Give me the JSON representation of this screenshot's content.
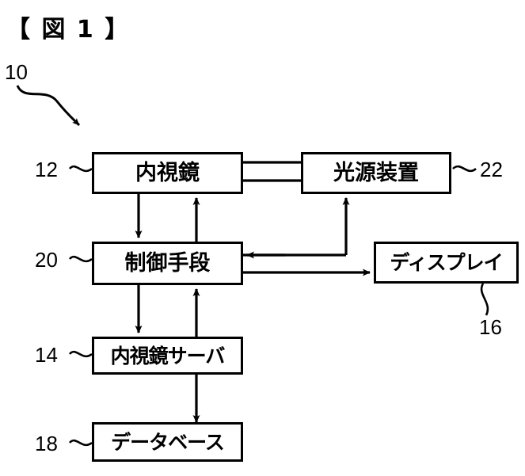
{
  "figure": {
    "title": "【 図 1 】",
    "system_ref": "10",
    "nodes": [
      {
        "id": "endoscope",
        "label": "内視鏡",
        "ref": "12",
        "ref_side": "left"
      },
      {
        "id": "light-source",
        "label": "光源装置",
        "ref": "22",
        "ref_side": "right"
      },
      {
        "id": "control-means",
        "label": "制御手段",
        "ref": "20",
        "ref_side": "left"
      },
      {
        "id": "display",
        "label": "ディスプレイ",
        "ref": "16",
        "ref_side": "bottom"
      },
      {
        "id": "endoscope-server",
        "label": "内視鏡サーバ",
        "ref": "14",
        "ref_side": "left"
      },
      {
        "id": "database",
        "label": "データベース",
        "ref": "18",
        "ref_side": "left"
      }
    ],
    "connections": [
      {
        "from": "endoscope",
        "to": "light-source",
        "style": "double-line",
        "arrow": "none"
      },
      {
        "from": "endoscope",
        "to": "control-means",
        "style": "line",
        "arrow": "down"
      },
      {
        "from": "control-means",
        "to": "endoscope",
        "style": "line",
        "arrow": "up"
      },
      {
        "from": "control-means",
        "to": "light-source",
        "style": "elbow",
        "arrow": "up"
      },
      {
        "from": "light-source",
        "to": "control-means",
        "style": "elbow",
        "arrow": "left"
      },
      {
        "from": "control-means",
        "to": "display",
        "style": "line",
        "arrow": "right"
      },
      {
        "from": "control-means",
        "to": "endoscope-server",
        "style": "line",
        "arrow": "down"
      },
      {
        "from": "endoscope-server",
        "to": "control-means",
        "style": "line",
        "arrow": "up"
      },
      {
        "from": "endoscope-server",
        "to": "database",
        "style": "line",
        "arrow": "down"
      }
    ],
    "colors": {
      "stroke": "#000000",
      "background": "#ffffff"
    }
  }
}
